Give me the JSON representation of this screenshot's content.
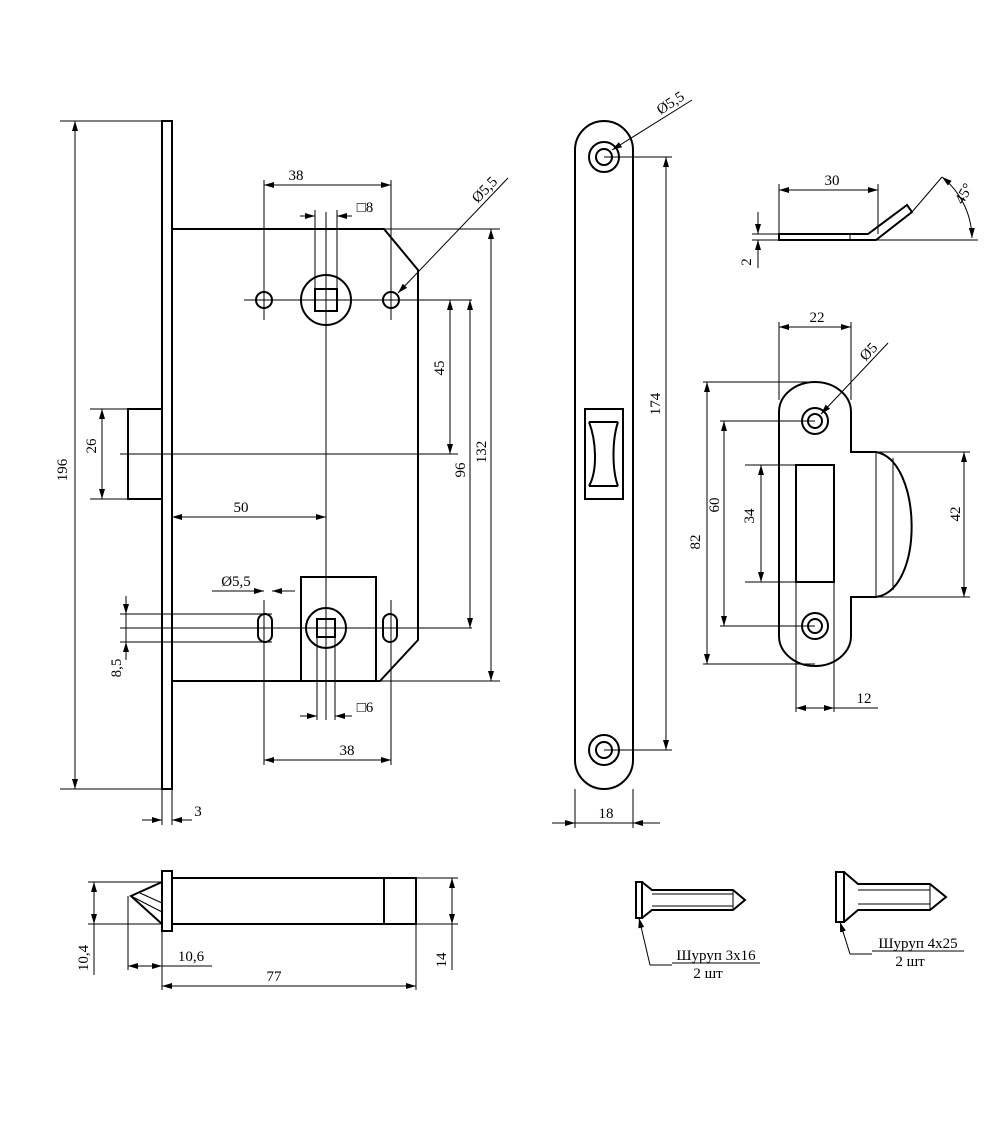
{
  "dimensions": {
    "lock_height": "196",
    "backset_hole_spacing_top": "38",
    "square_top": "□8",
    "hole_dia_top": "Ø5,5",
    "latch_height": "26",
    "distance_45": "45",
    "distance_96": "96",
    "distance_132": "132",
    "backset_50": "50",
    "hole_dia_bottom": "Ø5,5",
    "slot_spacing": "8,5",
    "square_bottom": "□6",
    "backset_hole_spacing_bottom": "38",
    "faceplate_thickness": "3",
    "faceplate_hole_dia": "Ø5,5",
    "faceplate_hole_spacing": "174",
    "faceplate_width": "18",
    "plate_length": "30",
    "plate_angle": "45°",
    "plate_thickness": "2",
    "strike_hole_offset": "22",
    "strike_hole_dia": "Ø5",
    "strike_overall": "82",
    "strike_hole_spacing": "60",
    "strike_window": "34",
    "strike_lip": "42",
    "strike_width": "12",
    "latch_tip": "10,4",
    "latch_head": "10,6",
    "latch_length": "77",
    "latch_width": "14"
  },
  "screws": [
    {
      "name": "Шуруп 3х16",
      "qty": "2 шт"
    },
    {
      "name": "Шуруп 4х25",
      "qty": "2 шт"
    }
  ]
}
